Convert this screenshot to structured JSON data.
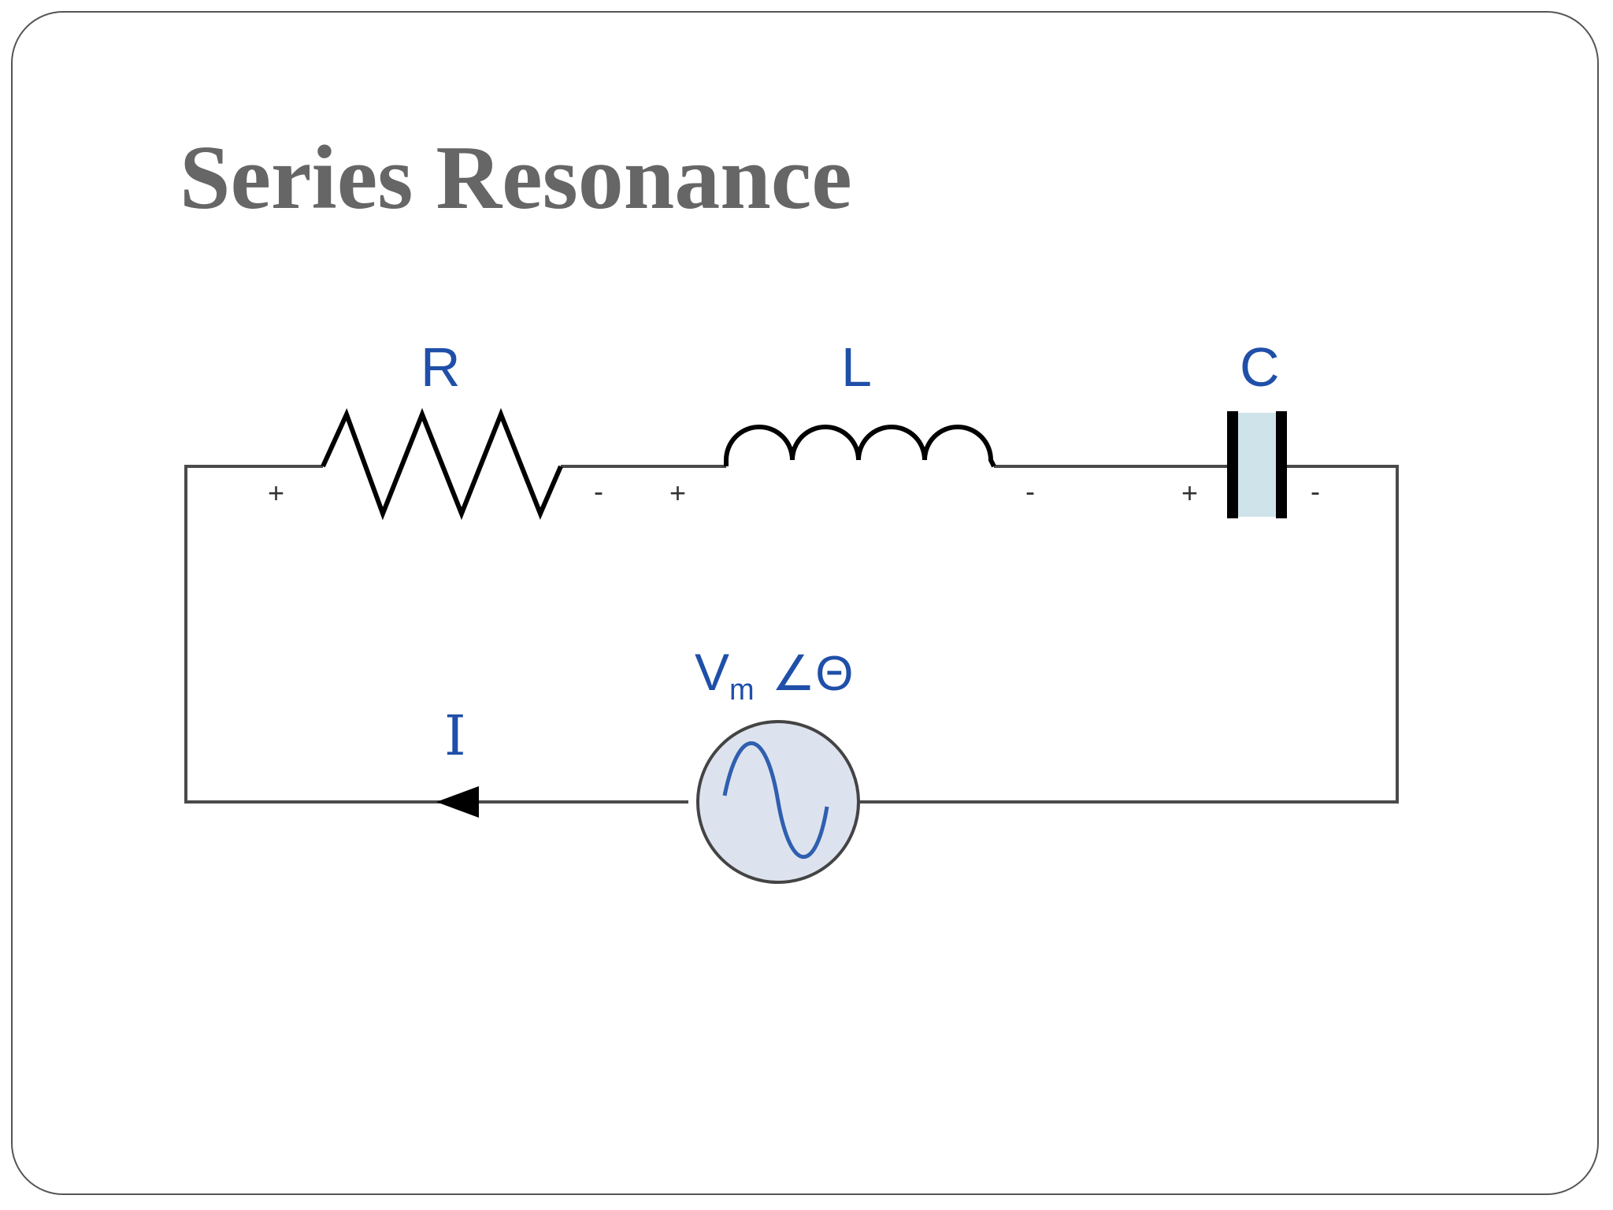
{
  "slide": {
    "title": "Series Resonance"
  },
  "diagram": {
    "components": {
      "resistor": {
        "label": "R",
        "plus": "+",
        "minus": "-"
      },
      "inductor": {
        "label": "L",
        "plus": "+",
        "minus": "-"
      },
      "capacitor": {
        "label": "C",
        "plus": "+",
        "minus": "-"
      }
    },
    "source": {
      "symbol": "V",
      "subscript": "m",
      "angle": "∠Θ"
    },
    "current": {
      "label": "I"
    },
    "colors": {
      "wire": "#4a4a4a",
      "label": "#1f4fa8",
      "capacitor_fill": "#cfe3ea",
      "source_fill": "#dde3ee",
      "sine_wave": "#2f5fb0"
    }
  }
}
